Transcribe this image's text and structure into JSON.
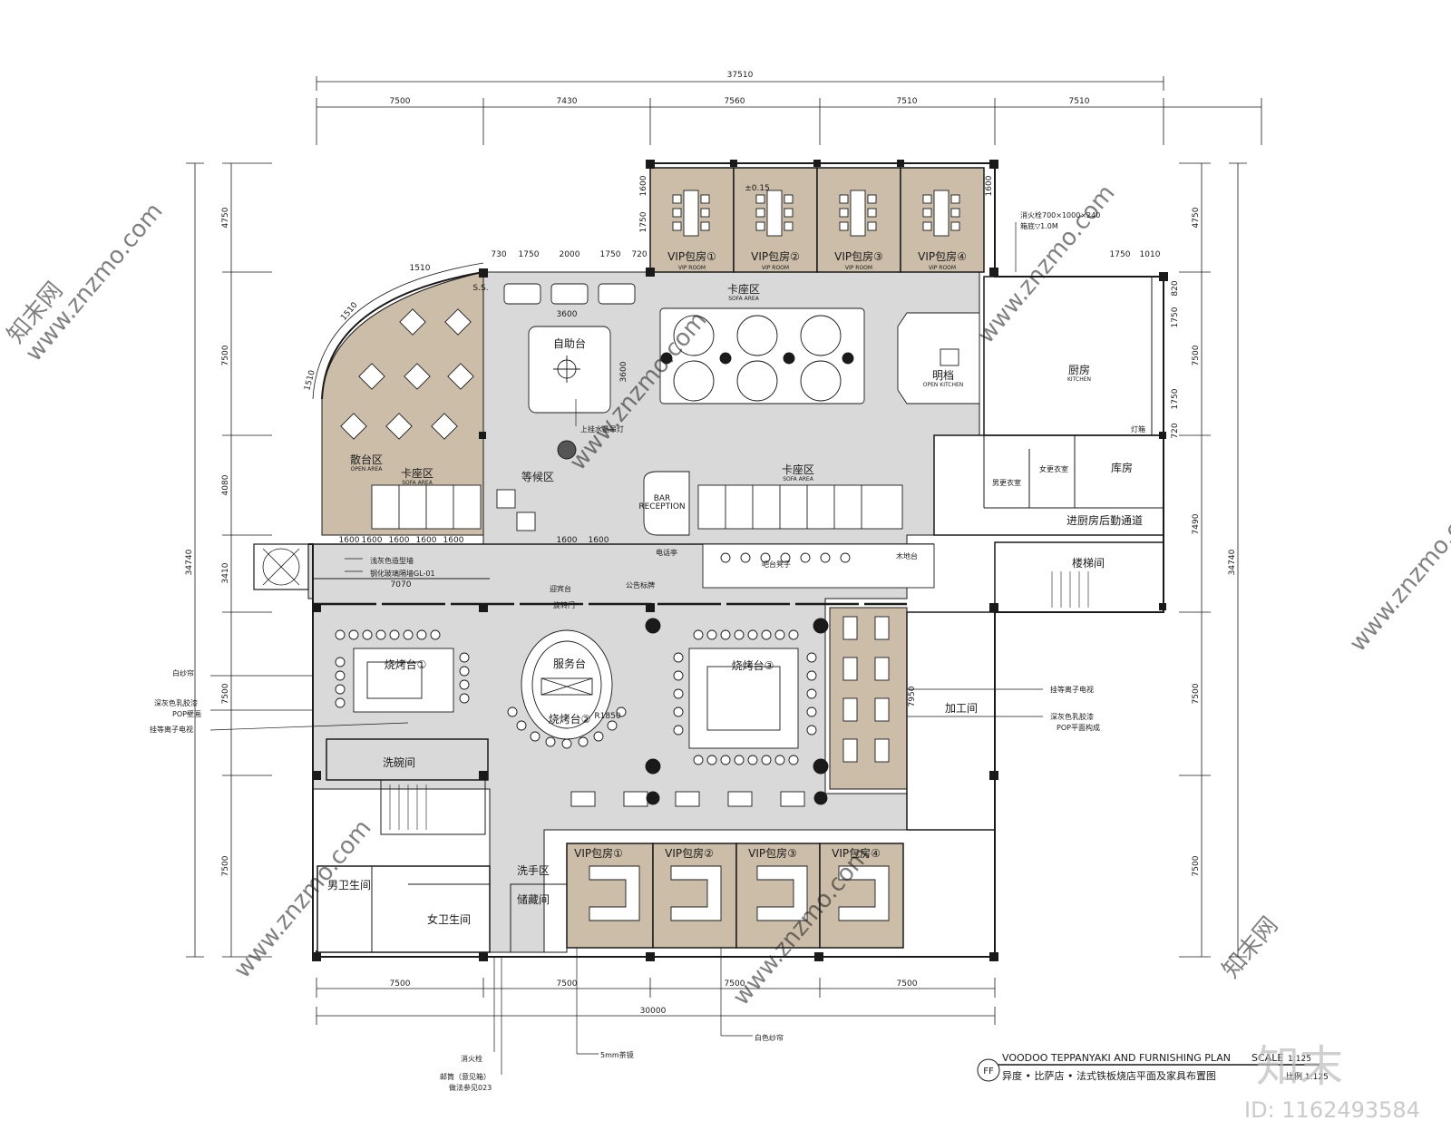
{
  "dims": {
    "overall_top": "37510",
    "top_segments": [
      "7500",
      "7430",
      "7560",
      "7510",
      "7510"
    ],
    "bottom_segments": [
      "7500",
      "7500",
      "7500",
      "7500"
    ],
    "overall_bottom": "30000",
    "left_overall": "34740",
    "right_overall": "34740",
    "left_segments": [
      "4750",
      "7500",
      "4080",
      "3410",
      "7500",
      "7500"
    ],
    "right_segments": [
      "4750",
      "7500",
      "7490",
      "7500",
      "7500"
    ],
    "vip_top_small": [
      "1600",
      "1750",
      "1600"
    ],
    "upper_row": [
      "730",
      "1750",
      "2000",
      "1750",
      "720"
    ],
    "kitchen_row": [
      "1750",
      "1010"
    ],
    "kitchen_side": [
      "820",
      "1750",
      "1750",
      "720"
    ],
    "arc": [
      "1510",
      "1510",
      "1510"
    ],
    "buffet": [
      "3600",
      "3600"
    ],
    "corridor": [
      "1600",
      "1600",
      "1600",
      "1600",
      "1600",
      "1600"
    ],
    "misc": [
      "7070",
      "1600",
      "R1850",
      "7950",
      "S.S.",
      "±0.15"
    ]
  },
  "rooms": {
    "vip_top": [
      "VIP包房①",
      "VIP包房②",
      "VIP包房③",
      "VIP包房④"
    ],
    "vip_room_en": "VIP ROOM",
    "buffet": "自助台",
    "sofa": "卡座区",
    "sofa_en": "SOFA AREA",
    "open_kitchen": "明档",
    "open_kitchen_en": "OPEN KITCHEN",
    "kitchen": "厨房",
    "kitchen_en": "KITCHEN",
    "open_area": "散台区",
    "open_area_en": "OPEN AREA",
    "waiting": "等候区",
    "bar": "BAR",
    "reception": "RECEPTION",
    "phone": "电话亭",
    "men_locker": "男更衣室",
    "women_locker": "女更衣室",
    "storage": "库房",
    "passage": "进厨房后勤通道",
    "stairs": "楼梯间",
    "service": "服务台",
    "grill1": "烧烤台①",
    "grill2": "烧烤台②",
    "grill3": "烧烤台③",
    "dishwash": "洗碗间",
    "processing": "加工间",
    "handwash": "洗手区",
    "store_room": "储藏间",
    "men_wc": "男卫生间",
    "women_wc": "女卫生间",
    "vip_bottom": [
      "VIP包房①",
      "VIP包房②",
      "VIP包房③",
      "VIP包房④"
    ],
    "bar_counter": "木地台",
    "hostess": "迎宾台",
    "light_box": "灯箱"
  },
  "notes": {
    "fire_box": "消火栓700×1000×240",
    "fire_box_sub": "箱底▽1.0M",
    "pendant": "上挂水晶吊灯",
    "ceiling1": "浅灰色造型墙",
    "ceiling2": "钢化玻璃隔墙GL-01",
    "revolving": "旋转门",
    "notice": "公告标牌",
    "white_curtain_l": "白纱帘",
    "dark_paint_l": "深灰色乳胶漆",
    "pop_l": "POP壁画",
    "tv_l": "挂等离子电视",
    "tv_r": "挂等离子电视",
    "dark_paint_r": "深灰色乳胶漆",
    "pop_r": "POP平面构成",
    "hydrant": "消火栓",
    "mailbox": "邮筒（意见箱）",
    "mailbox_sub": "做法参见023",
    "mirror": "5mm茶镜",
    "white_curtain_b": "白色纱帘",
    "bar_stools": "吧台凳子"
  },
  "title": {
    "badge": "FF",
    "en": "VOODOO TEPPANYAKI AND FURNISHING PLAN",
    "scale_label": "SCALE",
    "scale_value": "1:125",
    "cn": "异度 • 比萨店 • 法式铁板烧店平面及家具布置图",
    "cn_scale": "比例 1:125"
  },
  "watermark": {
    "site": "www.znzmo.com",
    "brand": "知末网",
    "logo": "知末",
    "id": "ID: 1162493584"
  },
  "colors": {
    "floor": "#d9d9d9",
    "vip_floor": "#cbbda8",
    "open_area_floor": "#cbbda8",
    "line": "#1a1a1a",
    "watermark": "#c8c8c8"
  }
}
